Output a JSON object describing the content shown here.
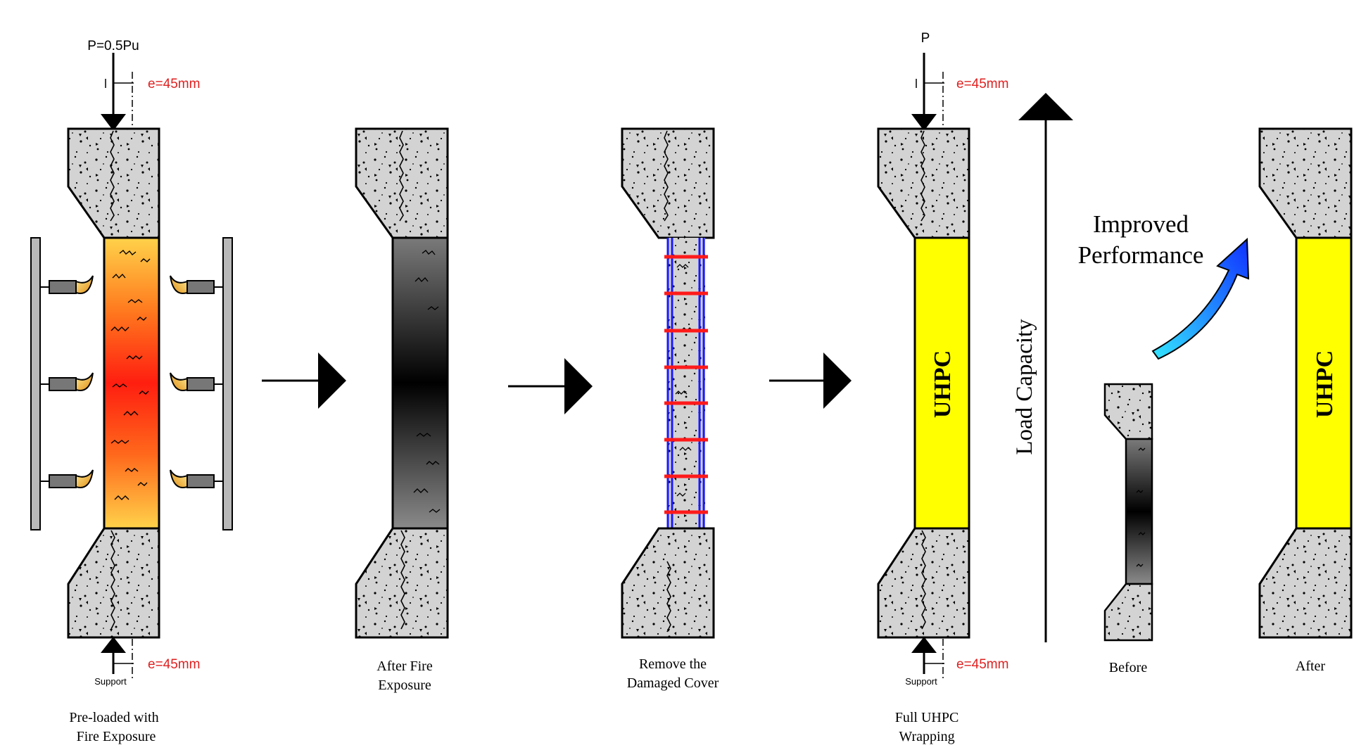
{
  "diagram": {
    "stage1": {
      "load_label": "P=0.5Pu",
      "ecc_top": "e=45mm",
      "ecc_bottom": "e=45mm",
      "support_label": "Support",
      "caption_line1": "Pre-loaded with",
      "caption_line2": "Fire Exposure"
    },
    "stage2": {
      "caption_line1": "After Fire",
      "caption_line2": "Exposure"
    },
    "stage3": {
      "caption_line1": "Remove the",
      "caption_line2": "Damaged Cover"
    },
    "stage4": {
      "load_label": "P",
      "ecc_top": "e=45mm",
      "ecc_bottom": "e=45mm",
      "support_label": "Support",
      "jacket_label": "UHPC",
      "caption_line1": "Full UHPC",
      "caption_line2": "Wrapping"
    },
    "comparison": {
      "axis_label": "Load Capacity",
      "improved_line1": "Improved",
      "improved_line2": "Performance",
      "before_label": "Before",
      "after_label": "After",
      "after_jacket_label": "UHPC"
    },
    "colors": {
      "concrete": "#d3d3d3",
      "uhpc": "#ffff00",
      "eccentricity_text": "#e02020",
      "ties": "#ff1a1a",
      "rebar": "#1a1aff",
      "arrow_blue": "#1a6cff"
    }
  }
}
